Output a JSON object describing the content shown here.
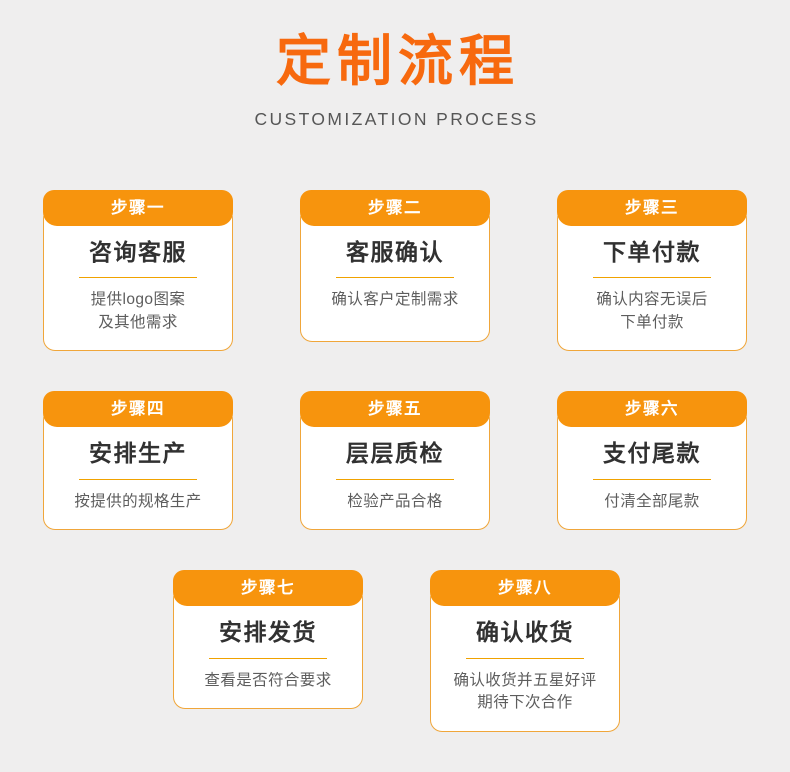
{
  "header": {
    "title": "定制流程",
    "subtitle": "CUSTOMIZATION PROCESS"
  },
  "colors": {
    "background": "#efeeee",
    "title_orange": "#f7690e",
    "badge_orange": "#f7940d",
    "card_border": "#f0a63a",
    "divider": "#f0a200",
    "card_title_text": "#313131",
    "card_desc_text": "#5d5d5d",
    "subtitle_text": "#565656",
    "badge_text": "#ffffff",
    "card_background": "#ffffff"
  },
  "steps": [
    {
      "badge": "步骤一",
      "title": "咨询客服",
      "desc": "提供logo图案\n及其他需求"
    },
    {
      "badge": "步骤二",
      "title": "客服确认",
      "desc": "确认客户定制需求"
    },
    {
      "badge": "步骤三",
      "title": "下单付款",
      "desc": "确认内容无误后\n下单付款"
    },
    {
      "badge": "步骤四",
      "title": "安排生产",
      "desc": "按提供的规格生产"
    },
    {
      "badge": "步骤五",
      "title": "层层质检",
      "desc": "检验产品合格"
    },
    {
      "badge": "步骤六",
      "title": "支付尾款",
      "desc": "付清全部尾款"
    },
    {
      "badge": "步骤七",
      "title": "安排发货",
      "desc": "查看是否符合要求"
    },
    {
      "badge": "步骤八",
      "title": "确认收货",
      "desc": "确认收货并五星好评\n期待下次合作"
    }
  ]
}
